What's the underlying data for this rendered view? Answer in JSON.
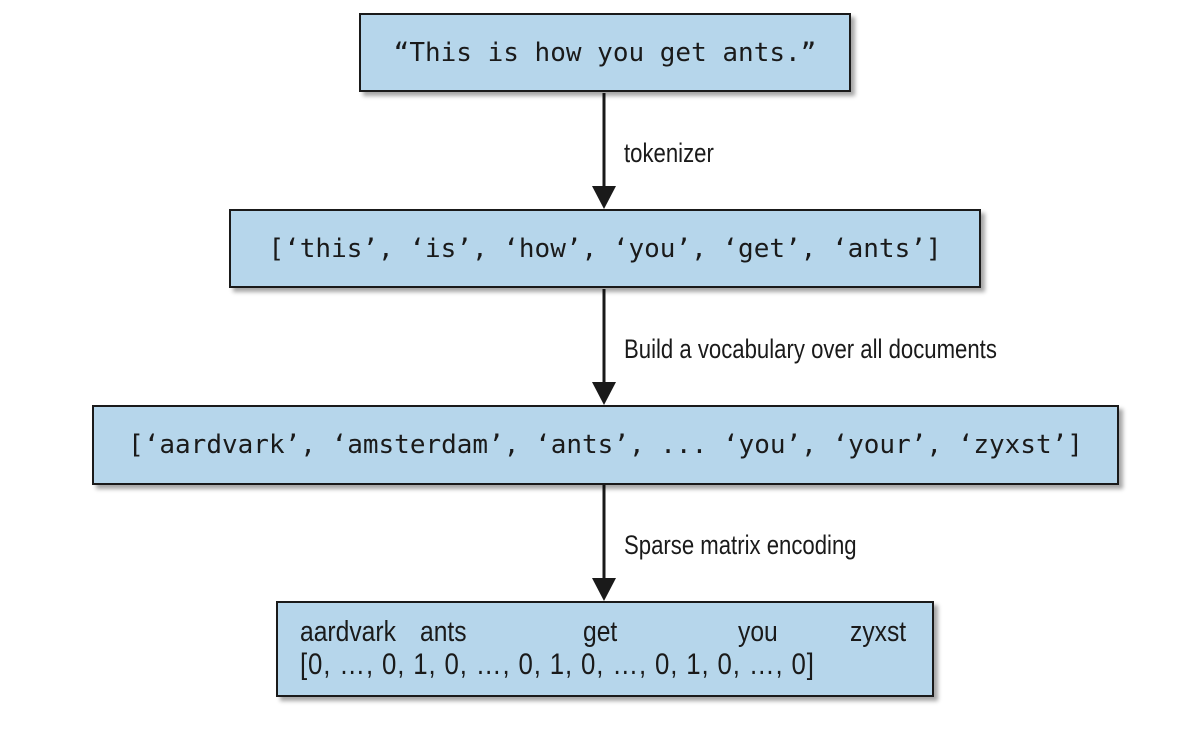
{
  "nodes": {
    "sentence": "“This is how you get ants.”",
    "tokens": "[‘this’, ‘is’, ‘how’, ‘you’, ‘get’, ‘ants’]",
    "vocabulary": "[‘aardvark’, ‘amsterdam’, ‘ants’, ... ‘you’, ‘your’, ‘zyxst’]",
    "encoding": {
      "words": [
        "aardvark",
        "ants",
        "get",
        "you",
        "zyxst"
      ],
      "vector": "[0, …, 0, 1, 0, …, 0, 1, 0, …, 0, 1, 0, …, 0]"
    }
  },
  "edges": {
    "step1": "tokenizer",
    "step2": "Build a vocabulary over all documents",
    "step3": "Sparse matrix encoding"
  },
  "colors": {
    "box_fill": "#b6d6eb",
    "stroke": "#1a1a1a"
  }
}
